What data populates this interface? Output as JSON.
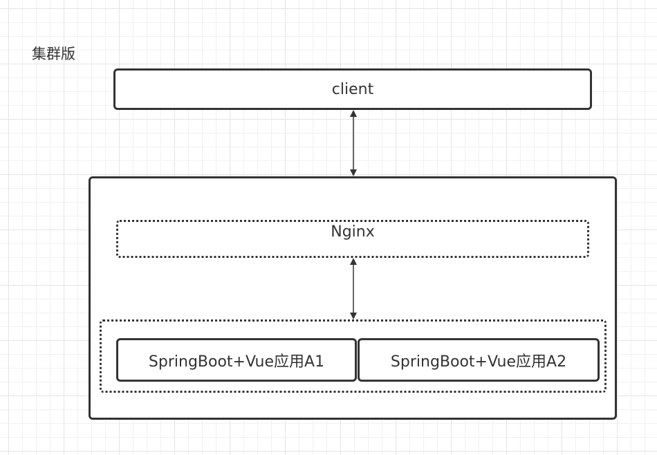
{
  "diagram": {
    "title": "集群版",
    "nodes": {
      "client": "client",
      "nginx": "Nginx",
      "app1": "SpringBoot+Vue应用A1",
      "app2": "SpringBoot+Vue应用A2"
    },
    "edges": [
      {
        "from": "client",
        "to": "nginx",
        "direction": "bidirectional"
      },
      {
        "from": "nginx",
        "to": "app-cluster",
        "direction": "bidirectional"
      }
    ],
    "colors": {
      "line": "#333333",
      "text": "#333333",
      "grid": "#e4e4e4",
      "background": "#ffffff"
    }
  }
}
